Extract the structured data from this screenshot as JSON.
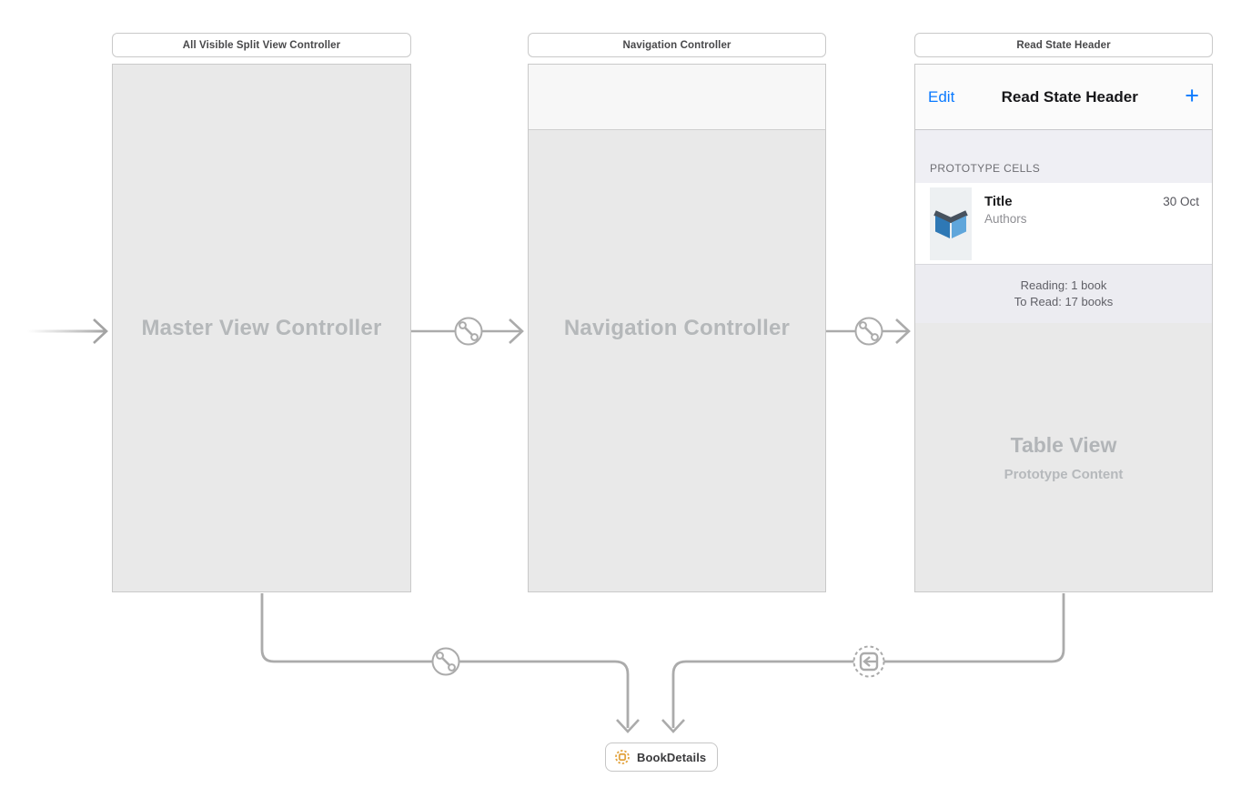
{
  "scenes": [
    {
      "label": "All Visible Split View Controller",
      "placeholder": "Master View Controller"
    },
    {
      "label": "Navigation Controller",
      "placeholder": "Navigation Controller"
    },
    {
      "label": "Read State Header",
      "nav_bar": {
        "left_button": "Edit",
        "title": "Read State Header",
        "right_button": "+"
      },
      "section_header": "PROTOTYPE CELLS",
      "cell": {
        "title": "Title",
        "subtitle": "Authors",
        "detail": "30 Oct",
        "icon": "book-icon"
      },
      "footer": [
        "Reading: 1 book",
        "To Read: 17 books"
      ],
      "table_placeholder": {
        "title": "Table View",
        "subtitle": "Prototype Content"
      }
    }
  ],
  "storyboard_reference": {
    "label": "BookDetails",
    "icon": "storyboard-reference-icon"
  },
  "icons": {
    "relationship_segue": "link-segue-icon",
    "replace_segue": "replace-segue-icon",
    "initial_arrow": "initial-view-controller-arrow"
  },
  "colors": {
    "accent_blue": "#0a7aff",
    "reference_orange": "#e2a33e",
    "wire_gray": "#ababab",
    "placeholder_gray": "#b5b8ba",
    "box_fill": "#e9e9e9",
    "book_dark_blue": "#2e78b5",
    "book_light_blue": "#5fa6db"
  }
}
